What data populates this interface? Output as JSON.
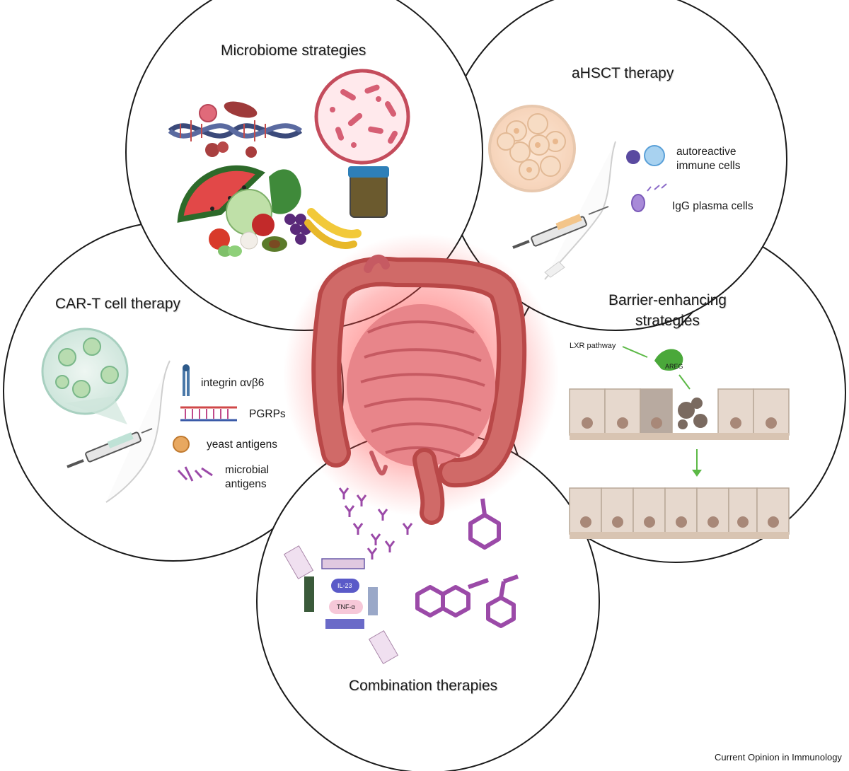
{
  "panels": {
    "microbiome": {
      "title": "Microbiome strategies"
    },
    "ahsct": {
      "title": "aHSCT therapy",
      "label_autoreactive": "autoreactive\nimmune cells",
      "label_igg": "IgG plasma cells"
    },
    "cart": {
      "title": "CAR-T cell therapy",
      "label_integrin": "integrin αvβ6",
      "label_pgrps": "PGRPs",
      "label_yeast": "yeast antigens",
      "label_microbial": "microbial\nantigens"
    },
    "barrier": {
      "title": "Barrier-enhancing\nstrategies",
      "label_lxr": "LXR pathway",
      "label_areg": "AREG"
    },
    "combination": {
      "title": "Combination therapies",
      "label_il23": "IL-23",
      "label_tnf": "TNF-α"
    }
  },
  "credit": "Current Opinion in Immunology",
  "colors": {
    "outline": "#1a1a1a",
    "gut": "#c8595a",
    "gut_glow": "#ff2a2a",
    "antigen_purple": "#9b4aa8",
    "arrow_green": "#5cb946",
    "cell_tan": "#dccbbf"
  }
}
